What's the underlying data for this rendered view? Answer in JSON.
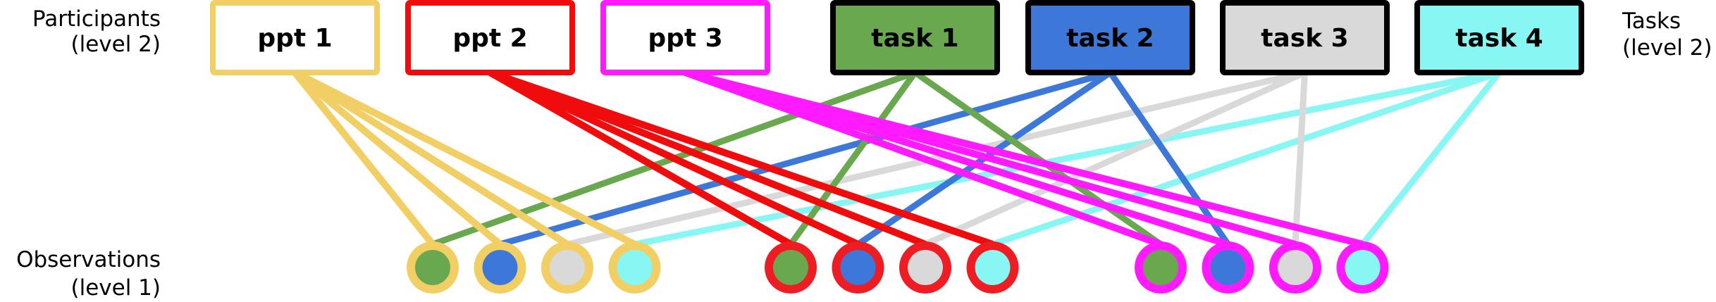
{
  "labels": {
    "participants_title": "Participants",
    "participants_level": "(level 2)",
    "tasks_title": "Tasks",
    "tasks_level": "(level 2)",
    "observations_title": "Observations",
    "observations_level": "(level 1)"
  },
  "participants": [
    {
      "id": "ppt1",
      "label": "ppt 1",
      "color": "#f1cf64"
    },
    {
      "id": "ppt2",
      "label": "ppt 2",
      "color": "#f00c0c"
    },
    {
      "id": "ppt3",
      "label": "ppt 3",
      "color": "#ff1aff"
    }
  ],
  "tasks": [
    {
      "id": "task1",
      "label": "task 1",
      "color": "#6aa84f"
    },
    {
      "id": "task2",
      "label": "task 2",
      "color": "#3d78d8"
    },
    {
      "id": "task3",
      "label": "task 3",
      "color": "#d9d9d9"
    },
    {
      "id": "task4",
      "label": "task 4",
      "color": "#88f7f4"
    }
  ],
  "task_border_color": "#000000",
  "observations": [
    {
      "participant": "ppt1",
      "task": "task1"
    },
    {
      "participant": "ppt1",
      "task": "task2"
    },
    {
      "participant": "ppt1",
      "task": "task3"
    },
    {
      "participant": "ppt1",
      "task": "task4"
    },
    {
      "participant": "ppt2",
      "task": "task1"
    },
    {
      "participant": "ppt2",
      "task": "task2"
    },
    {
      "participant": "ppt2",
      "task": "task3"
    },
    {
      "participant": "ppt2",
      "task": "task4"
    },
    {
      "participant": "ppt3",
      "task": "task1"
    },
    {
      "participant": "ppt3",
      "task": "task2"
    },
    {
      "participant": "ppt3",
      "task": "task3"
    },
    {
      "participant": "ppt3",
      "task": "task4"
    }
  ],
  "observation_ring_colors": {
    "ppt1": "#f1cf64",
    "ppt2": "#ee1c23",
    "ppt3": "#ff1aff"
  }
}
